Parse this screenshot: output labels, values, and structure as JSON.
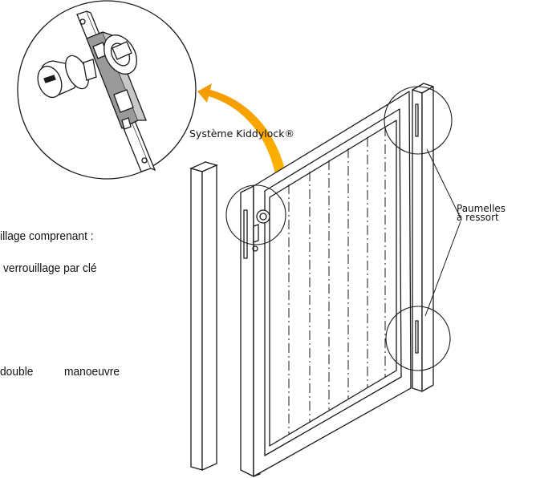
{
  "labels": {
    "kiddylock": "Système Kiddylock®",
    "hinges_line1": "Paumelles",
    "hinges_line2": "à ressort"
  },
  "text_fragments": {
    "line1": "illage comprenant :",
    "line2": "verrouillage par clé",
    "line3_word1": "double",
    "line3_word2": "manoeuvre"
  },
  "colors": {
    "line": "#1a1a1a",
    "arrow": "#f5a300",
    "arrow_light": "#ffc000",
    "lock_plate": "#9a9a9a"
  }
}
